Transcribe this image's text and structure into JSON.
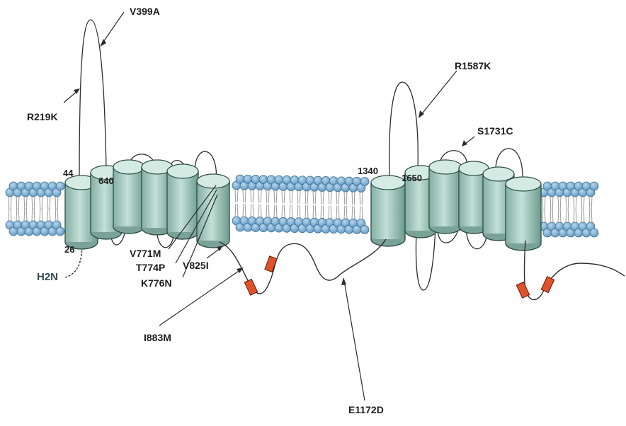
{
  "terminus": {
    "n_label": "H2N"
  },
  "positions": {
    "p26": "26",
    "p44": "44",
    "p640": "640",
    "p1340": "1340",
    "p1650": "1650"
  },
  "mutations": {
    "V399A": "V399A",
    "R219K": "R219K",
    "V771M": "V771M",
    "T774P": "T774P",
    "K776N": "K776N",
    "V825I": "V825I",
    "I883M": "I883M",
    "E1172D": "E1172D",
    "R1587K": "R1587K",
    "S1731C": "S1731C"
  },
  "colors": {
    "lipid_head": "#7fb2d6",
    "helix": "#a9cdc2",
    "domain_box": "#e0522a"
  }
}
